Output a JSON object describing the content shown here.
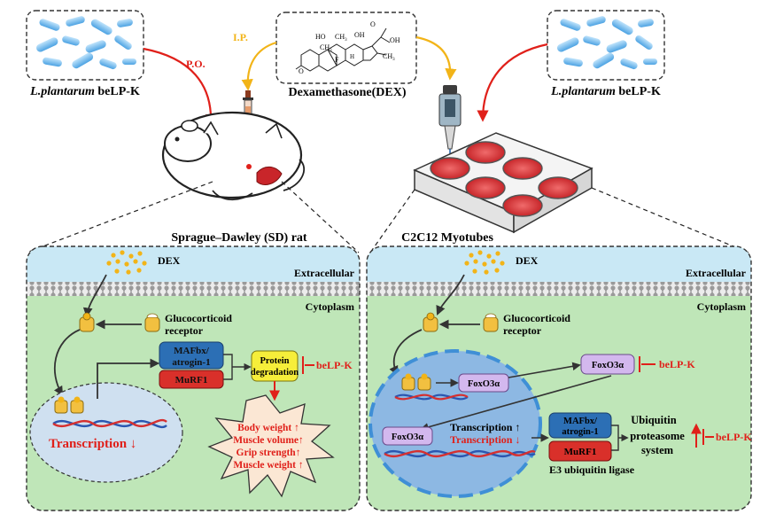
{
  "top": {
    "bacteria_left_label": "L.plantarum",
    "bacteria_left_suffix": " beLP-K",
    "bacteria_right_label": "L.plantarum",
    "bacteria_right_suffix": " beLP-K",
    "po_label": "P.O.",
    "ip_label": "I.P.",
    "dex_title": "Dexamethasone(DEX)",
    "rat_label": "Sprague–Dawley (SD) rat",
    "myotube_label": "C2C12 Myotubes",
    "dex_structure_labels": {
      "ho": "HO",
      "oh": "OH",
      "o_ketone": "O",
      "o_side": "O",
      "oh_side": "OH",
      "f": "F",
      "h": "H",
      "ch3_a": "CH",
      "ch3_b": "CH",
      "ch3_c": "CH",
      "sub3": "3"
    }
  },
  "left_panel": {
    "dex_label": "DEX",
    "extracellular_label": "Extracellular",
    "cytoplasm_label": "Cytoplasm",
    "gr_label_1": "Glucocorticoid",
    "gr_label_2": "receptor",
    "mafbx_1": "MAFbx/",
    "mafbx_2": "atrogin-1",
    "murf1": "MuRF1",
    "protein_deg_1": "Protein",
    "protein_deg_2": "degradation",
    "belpk": "beLP-K",
    "transcription": "Transcription ↓",
    "outcomes": [
      "Body weight ↑",
      "Muscle volume↑",
      "Grip strength↑",
      "Muscle weight ↑"
    ]
  },
  "right_panel": {
    "dex_label": "DEX",
    "extracellular_label": "Extracellular",
    "cytoplasm_label": "Cytoplasm",
    "gr_label_1": "Glucocorticoid",
    "gr_label_2": "receptor",
    "foxo3a_nuclear": "FoxO3α",
    "foxo3a_cyto": "FoxO3α",
    "foxo3a_dna": "FoxO3α",
    "belpk_1": "beLP-K",
    "belpk_2": "beLP-K",
    "transcription_up": "Transcription ↑",
    "transcription_down": "Transcription ↓",
    "mafbx_1": "MAFbx/",
    "mafbx_2": "atrogin-1",
    "murf1": "MuRF1",
    "ubiquitin_1": "Ubiquitin",
    "ubiquitin_2": "proteasome",
    "ubiquitin_3": "system",
    "e3_label": "E3 ubiquitin ligase"
  },
  "colors": {
    "extracellular": "#c9e8f5",
    "cytoplasm": "#bfe6b8",
    "red": "#e0201a",
    "blue_box": "#2c6fb5",
    "red_box": "#d9302a",
    "yellow_box": "#f6ee3a",
    "purple_box": "#d3b8ee",
    "nucleus_left": "#cfe0f0",
    "nucleus_right": "#8db8e3",
    "starburst": "#fbe7d4",
    "orange_arrow": "#f2b418"
  }
}
